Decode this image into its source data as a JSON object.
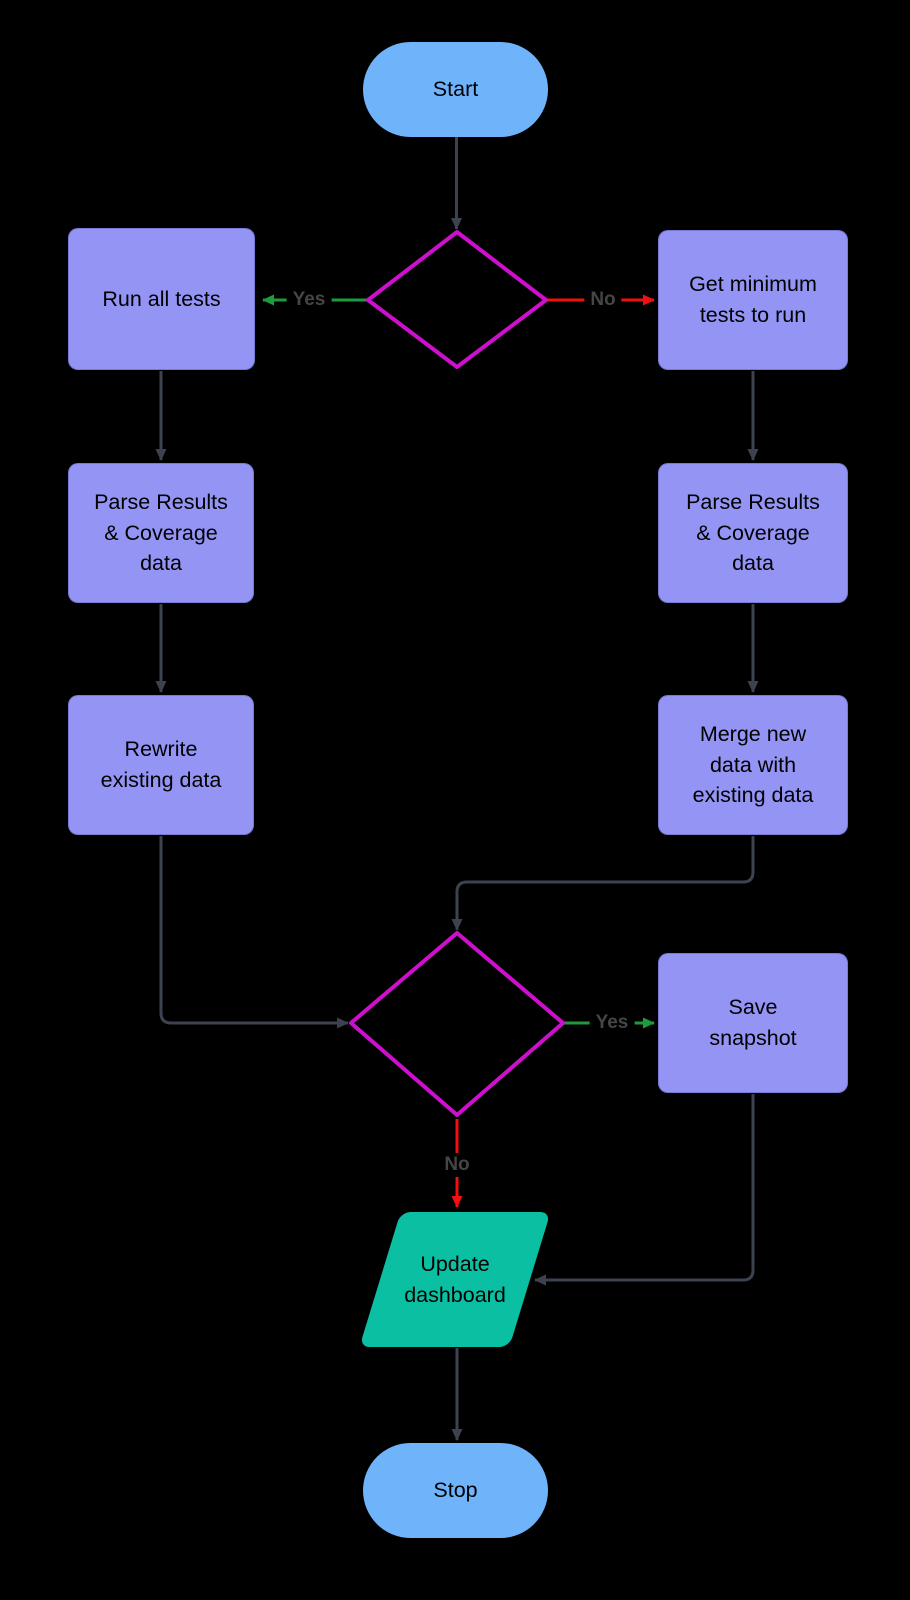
{
  "diagram": {
    "type": "flowchart",
    "direction": "top-down",
    "background": "#000000",
    "colors": {
      "terminal_fill": "#6fb3fa",
      "process_fill": "#9394f4",
      "io_fill": "#0bc0a2",
      "decision_stroke": "#ce10ce",
      "decision_fill": "#000000",
      "edge_default": "#3c4250",
      "edge_yes": "#1e9b3c",
      "edge_no": "#f10f0f",
      "edge_label_text": "#454545",
      "node_text": "#000000"
    },
    "nodes": {
      "start": {
        "label": "Start",
        "shape": "stadium"
      },
      "decision1": {
        "label": "",
        "shape": "diamond"
      },
      "run_all_tests": {
        "label": "Run all tests",
        "shape": "rect"
      },
      "get_minimum_tests": {
        "label": "Get minimum\ntests to run",
        "shape": "rect"
      },
      "parse_results_left": {
        "label": "Parse Results\n& Coverage\ndata",
        "shape": "rect"
      },
      "parse_results_right": {
        "label": "Parse Results\n& Coverage\ndata",
        "shape": "rect"
      },
      "rewrite_existing": {
        "label": "Rewrite\nexisting data",
        "shape": "rect"
      },
      "merge_new_data": {
        "label": "Merge new\ndata with\nexisting data",
        "shape": "rect"
      },
      "decision2": {
        "label": "",
        "shape": "diamond"
      },
      "save_snapshot": {
        "label": "Save\nsnapshot",
        "shape": "rect"
      },
      "update_dashboard": {
        "label": "Update\ndashboard",
        "shape": "parallelogram"
      },
      "stop": {
        "label": "Stop",
        "shape": "stadium"
      }
    },
    "edges": [
      {
        "from": "start",
        "to": "decision1",
        "label": "",
        "color": "#3c4250"
      },
      {
        "from": "decision1",
        "to": "run_all_tests",
        "label": "Yes",
        "color": "#1e9b3c"
      },
      {
        "from": "decision1",
        "to": "get_minimum_tests",
        "label": "No",
        "color": "#f10f0f"
      },
      {
        "from": "run_all_tests",
        "to": "parse_results_left",
        "label": "",
        "color": "#3c4250"
      },
      {
        "from": "get_minimum_tests",
        "to": "parse_results_right",
        "label": "",
        "color": "#3c4250"
      },
      {
        "from": "parse_results_left",
        "to": "rewrite_existing",
        "label": "",
        "color": "#3c4250"
      },
      {
        "from": "parse_results_right",
        "to": "merge_new_data",
        "label": "",
        "color": "#3c4250"
      },
      {
        "from": "rewrite_existing",
        "to": "decision2",
        "label": "",
        "color": "#3c4250"
      },
      {
        "from": "merge_new_data",
        "to": "decision2",
        "label": "",
        "color": "#3c4250"
      },
      {
        "from": "decision2",
        "to": "save_snapshot",
        "label": "Yes",
        "color": "#1e9b3c"
      },
      {
        "from": "decision2",
        "to": "update_dashboard",
        "label": "No",
        "color": "#f10f0f"
      },
      {
        "from": "save_snapshot",
        "to": "update_dashboard",
        "label": "",
        "color": "#3c4250"
      },
      {
        "from": "update_dashboard",
        "to": "stop",
        "label": "",
        "color": "#3c4250"
      }
    ]
  }
}
